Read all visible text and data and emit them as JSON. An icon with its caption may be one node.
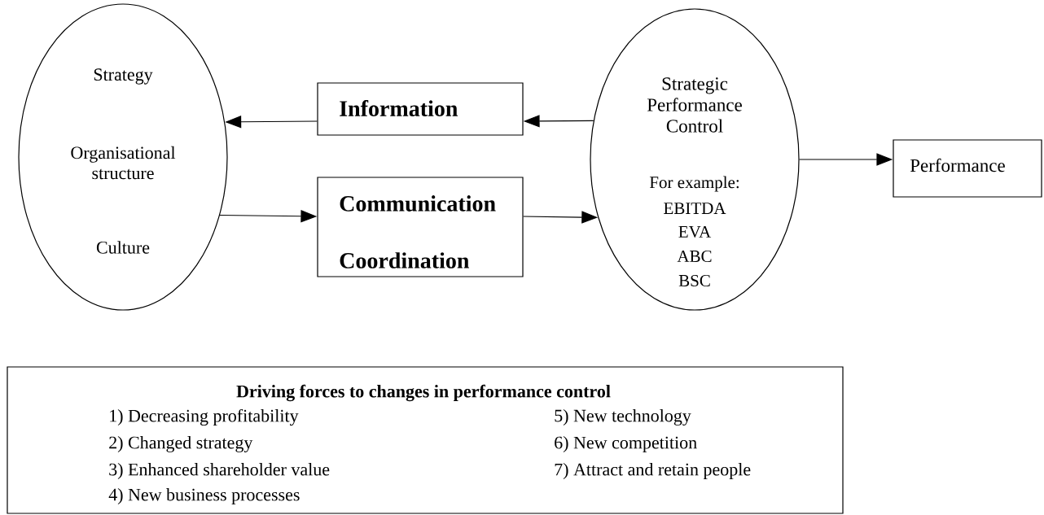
{
  "diagram": {
    "nodes": [
      {
        "text": [
          "Strategy",
          "Organisational structure",
          "Culture"
        ]
      },
      {
        "text": [
          "Information"
        ]
      },
      {
        "text": [
          "Communication",
          "Coordination"
        ]
      },
      {
        "text": [
          "Strategic Performance Control",
          "For example:",
          "EBITDA",
          "EVA",
          "ABC",
          "BSC"
        ]
      },
      {
        "text": [
          "Performance"
        ]
      },
      {
        "text": [
          "Driving forces to changes in performance control",
          "1) Decreasing profitability",
          "2) Changed strategy",
          "3) Enhanced shareholder value",
          "4) New business processes",
          "5) New technology",
          "6) New competition",
          "7) Attract and retain people"
        ]
      }
    ],
    "edges": [
      {
        "from": 1,
        "to": 0,
        "arrow": "to"
      },
      {
        "from": 3,
        "to": 1,
        "arrow": "to"
      },
      {
        "from": 0,
        "to": 2,
        "arrow": "to"
      },
      {
        "from": 2,
        "to": 3,
        "arrow": "to"
      },
      {
        "from": 3,
        "to": 4,
        "arrow": "to"
      }
    ]
  }
}
